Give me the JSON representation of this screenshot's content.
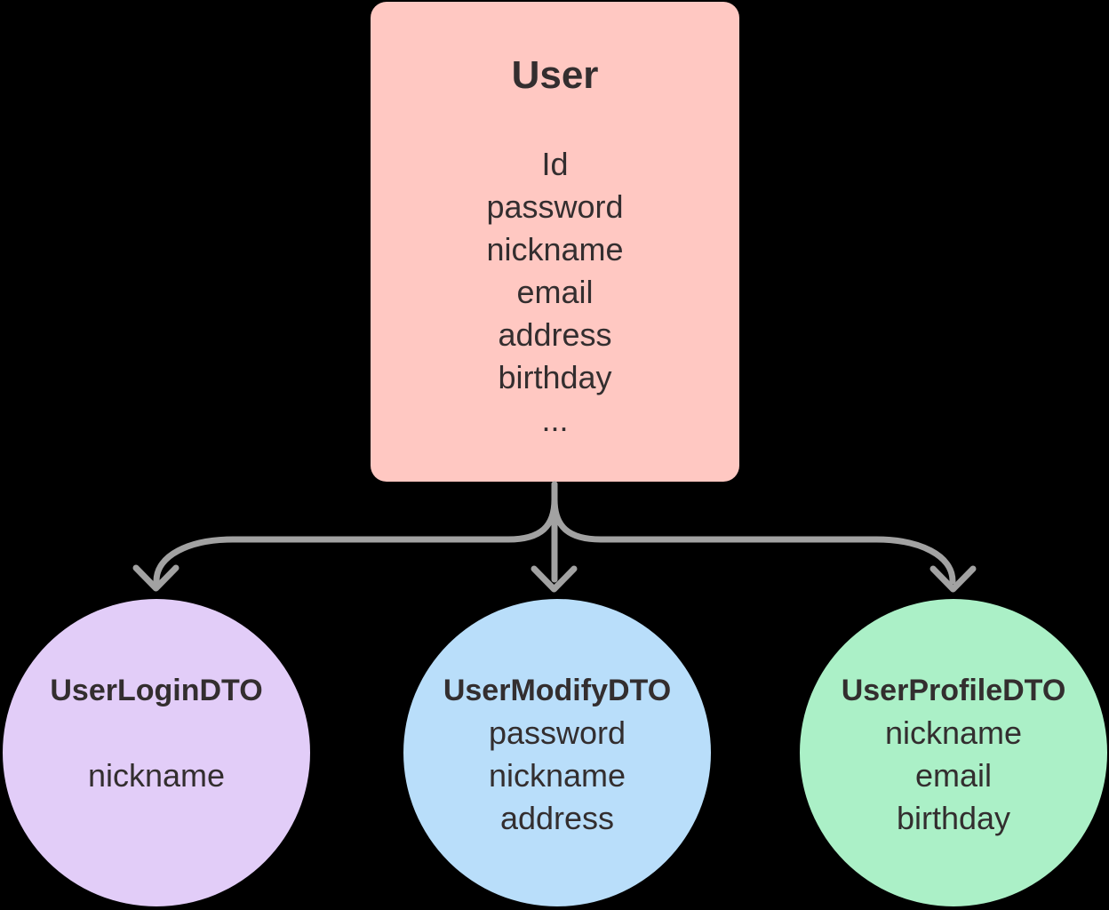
{
  "background_color": "#000000",
  "arrow_color": "#a2a2a2",
  "text_color": "#332e2f",
  "user_box": {
    "title": "User",
    "fields": [
      "Id",
      "password",
      "nickname",
      "email",
      "address",
      "birthday",
      "..."
    ],
    "fill": "#ffc8c2"
  },
  "dtos": [
    {
      "title": "UserLoginDTO",
      "fields": [
        "",
        "nickname"
      ],
      "fill": "#e2cdf8"
    },
    {
      "title": "UserModifyDTO",
      "fields": [
        "password",
        "nickname",
        "address"
      ],
      "fill": "#b9defa"
    },
    {
      "title": "UserProfileDTO",
      "fields": [
        "nickname",
        "email",
        "birthday"
      ],
      "fill": "#abf0c7"
    }
  ]
}
